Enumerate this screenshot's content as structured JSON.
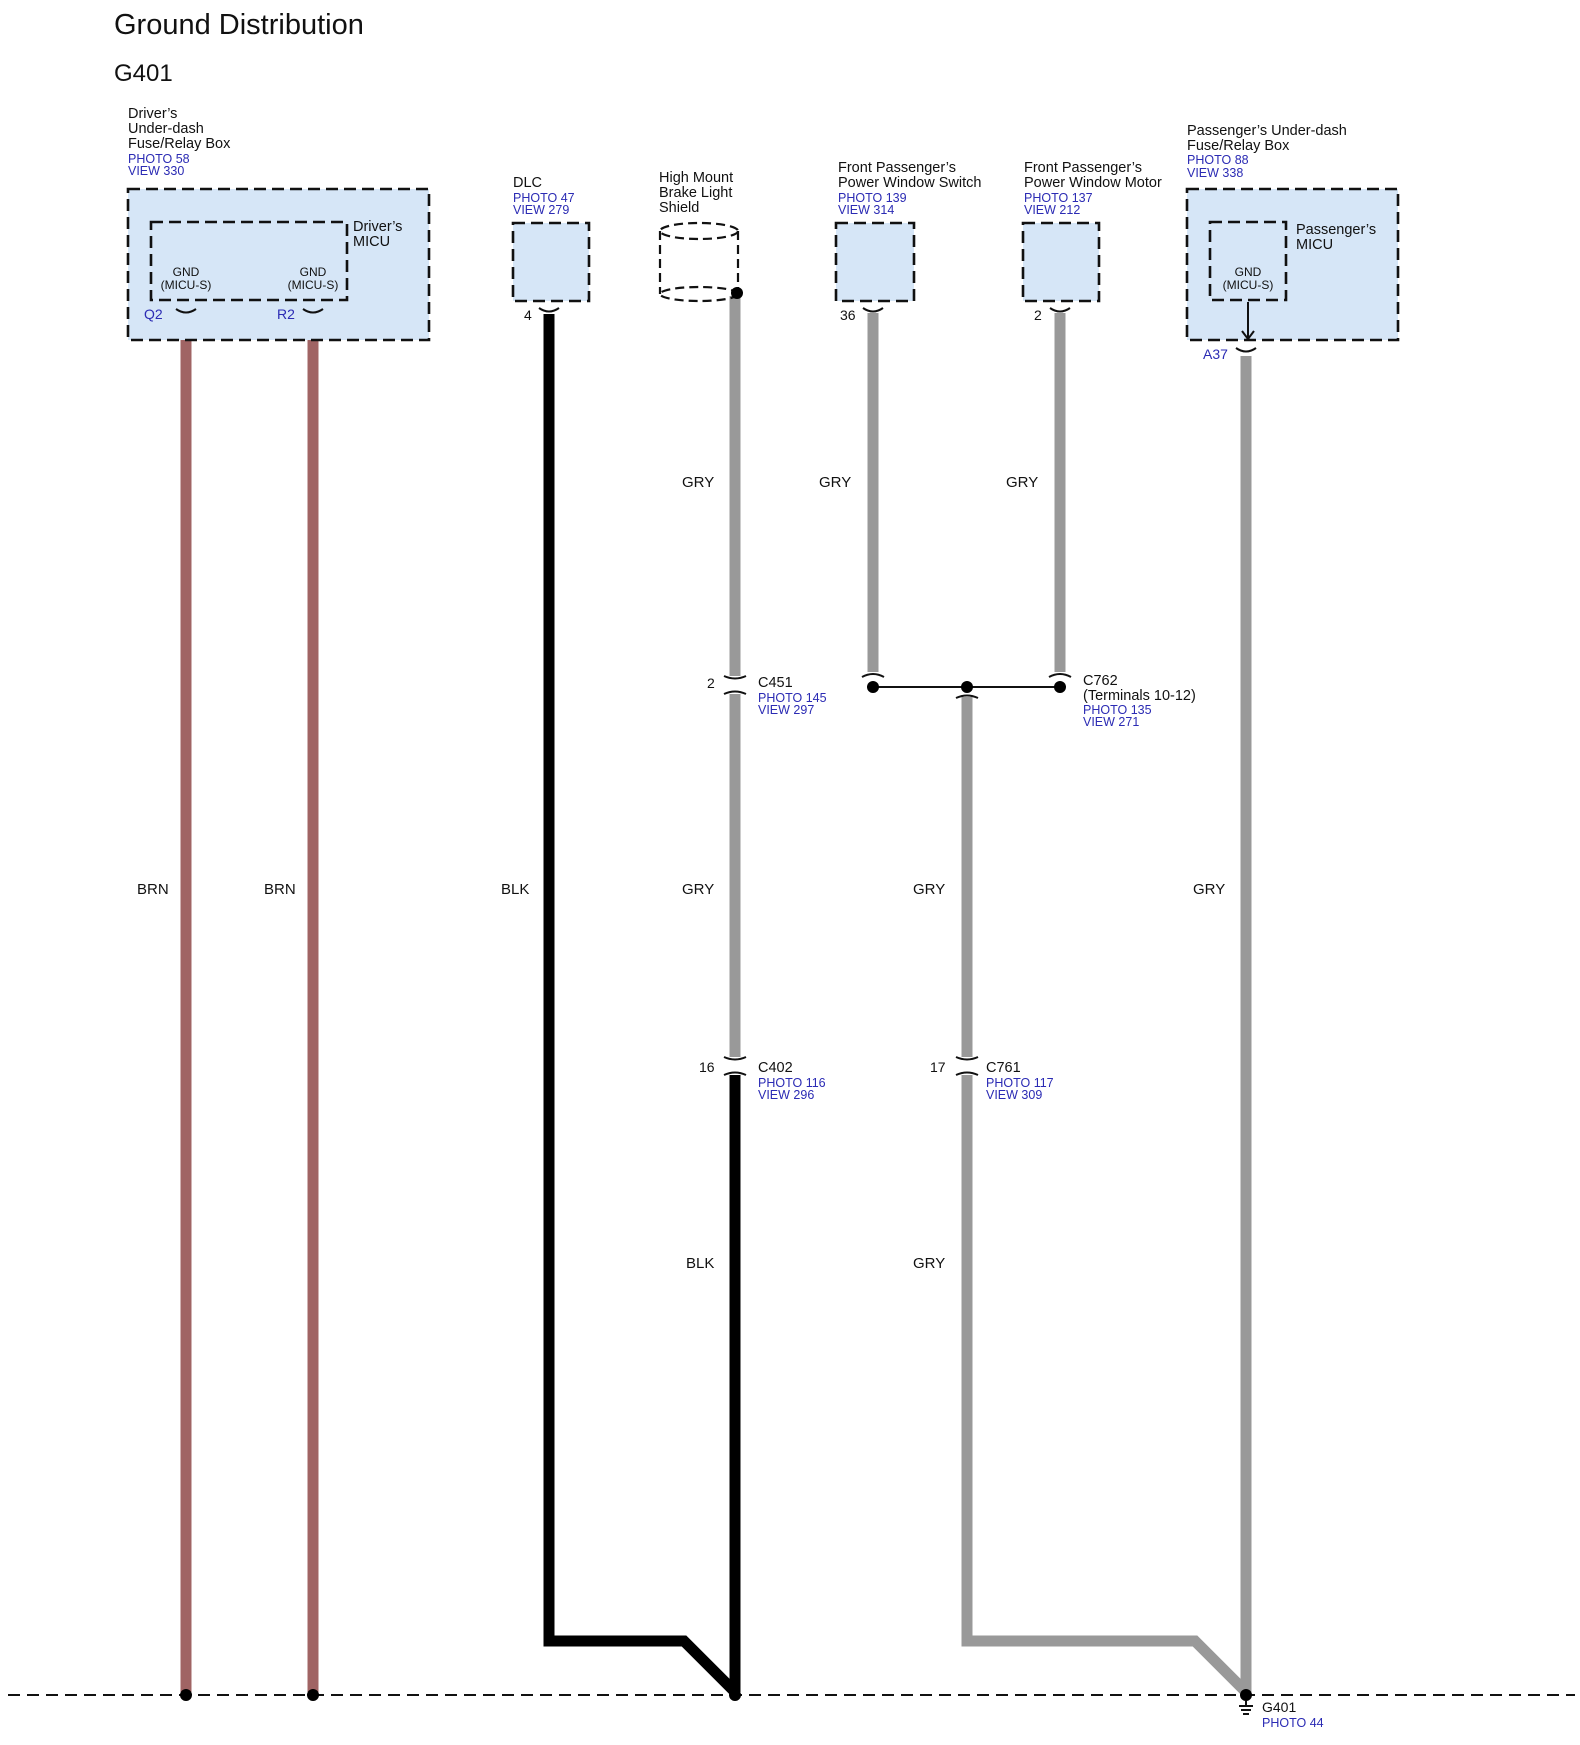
{
  "page": {
    "title": "Ground Distribution",
    "subtitle": "G401"
  },
  "components": {
    "drivers_fuse_box": {
      "label_lines": [
        "Driver’s",
        "Under-dash",
        "Fuse/Relay Box"
      ],
      "photo": "PHOTO 58",
      "view": "VIEW 330",
      "micu_label_lines": [
        "Driver’s",
        "MICU"
      ],
      "gnd_left_lines": [
        "GND",
        "(MICU-S)"
      ],
      "gnd_right_lines": [
        "GND",
        "(MICU-S)"
      ],
      "pin_left": "Q2",
      "pin_right": "R2"
    },
    "dlc": {
      "label": "DLC",
      "photo": "PHOTO 47",
      "view": "VIEW 279",
      "pin": "4"
    },
    "brake_light_shield": {
      "label_lines": [
        "High Mount",
        "Brake Light",
        "Shield"
      ]
    },
    "power_window_switch": {
      "label_lines": [
        "Front Passenger’s",
        "Power Window Switch"
      ],
      "photo": "PHOTO 139",
      "view": "VIEW 314",
      "pin": "36"
    },
    "power_window_motor": {
      "label_lines": [
        "Front Passenger’s",
        "Power Window Motor"
      ],
      "photo": "PHOTO 137",
      "view": "VIEW 212",
      "pin": "2"
    },
    "passengers_fuse_box": {
      "label_lines": [
        "Passenger’s Under-dash",
        "Fuse/Relay Box"
      ],
      "photo": "PHOTO 88",
      "view": "VIEW 338",
      "micu_label_lines": [
        "Passenger’s",
        "MICU"
      ],
      "gnd_lines": [
        "GND",
        "(MICU-S)"
      ],
      "pin": "A37"
    }
  },
  "connectors": {
    "c451": {
      "name": "C451",
      "pin": "2",
      "photo": "PHOTO 145",
      "view": "VIEW 297"
    },
    "c762": {
      "name": "C762",
      "detail": "(Terminals 10-12)",
      "photo": "PHOTO 135",
      "view": "VIEW 271"
    },
    "c402": {
      "name": "C402",
      "pin": "16",
      "photo": "PHOTO 116",
      "view": "VIEW 296"
    },
    "c761": {
      "name": "C761",
      "pin": "17",
      "photo": "PHOTO 117",
      "view": "VIEW 309"
    }
  },
  "wires": {
    "q2": "BRN",
    "r2": "BRN",
    "dlc": "BLK",
    "shield_upper": "GRY",
    "shield_middle": "GRY",
    "shield_lower": "BLK",
    "switch": "GRY",
    "motor": "GRY",
    "joint_upper": "GRY",
    "joint_lower": "GRY",
    "passenger": "GRY"
  },
  "ground": {
    "name": "G401",
    "photo": "PHOTO 44"
  },
  "colors": {
    "box_fill": "#d6e6f7",
    "brn": "#a06464",
    "blk": "#000000",
    "gry": "#999999",
    "ref_text": "#2b2bb4"
  }
}
